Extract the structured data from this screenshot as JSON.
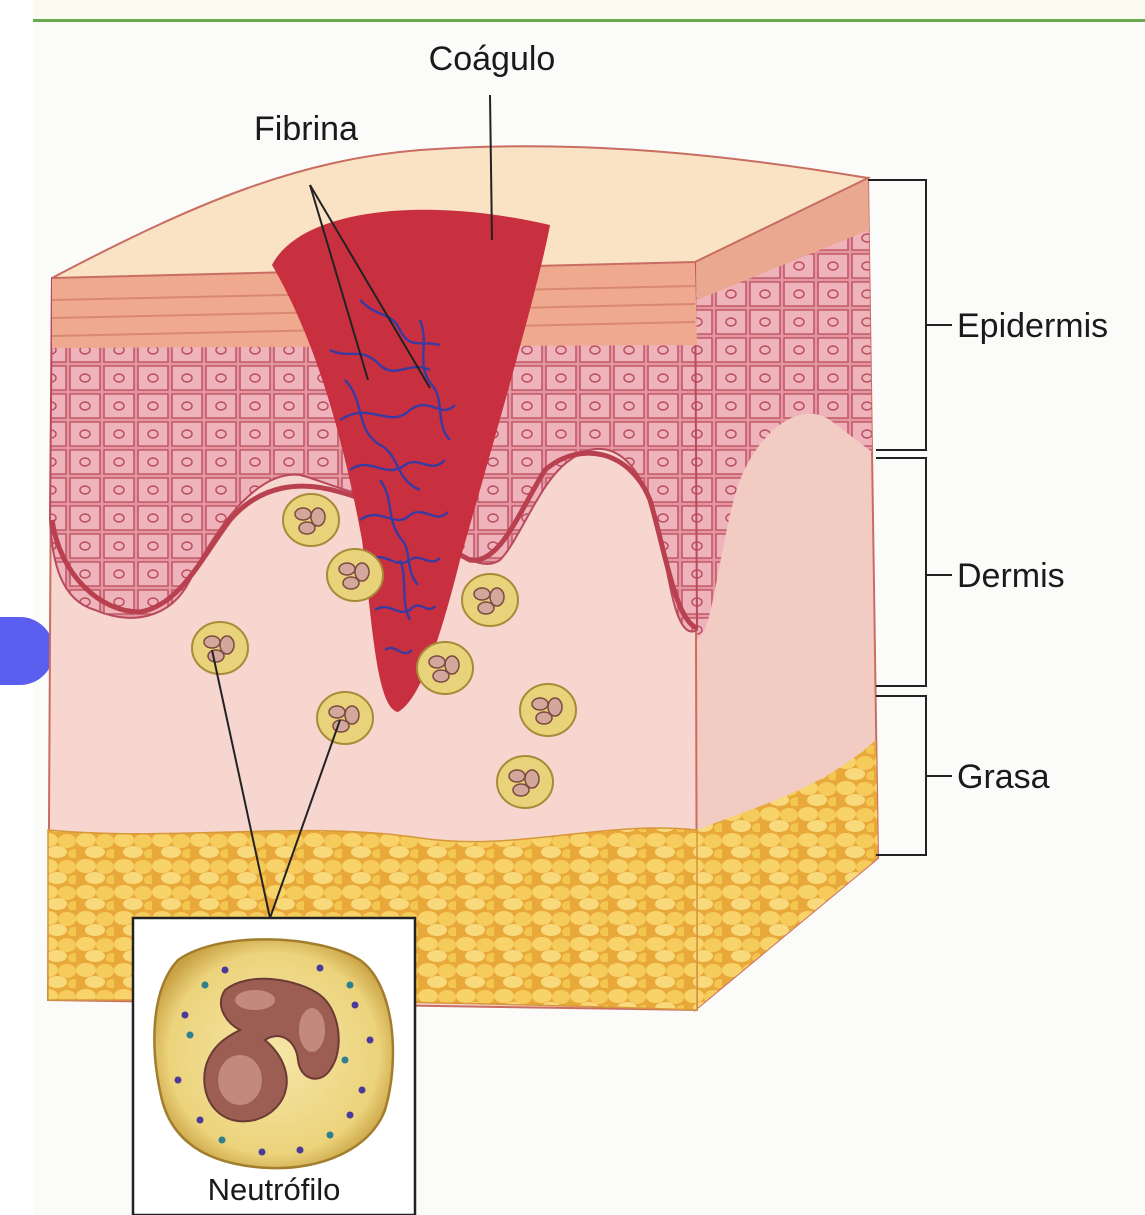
{
  "labels": {
    "clot": "Coágulo",
    "fibrin": "Fibrina",
    "epidermis": "Epidermis",
    "dermis": "Dermis",
    "fat": "Grasa",
    "neutrophil": "Neutrófilo"
  },
  "colors": {
    "top_bar": "#6aa84f",
    "clot": "#c8303f",
    "fibrin": "#3a3aa0",
    "epidermis": "#d97c8a",
    "dermis": "#f6d6cf",
    "fat": "#f2c24f",
    "cell": "#e8d27a",
    "nucleus": "#b07a6c",
    "side_button": "#5a5ff0"
  }
}
